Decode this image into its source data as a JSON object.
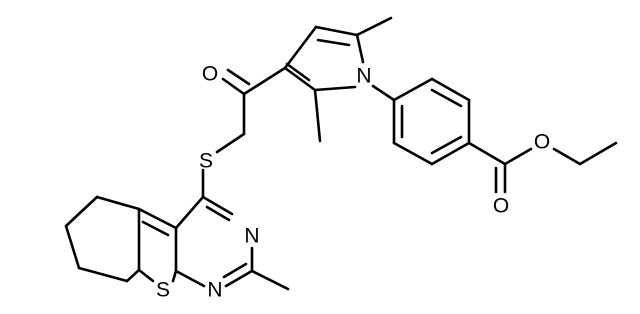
{
  "atoms": {
    "o_ketone": "O",
    "n_pyrrole": "N",
    "s_thioether": "S",
    "n_pyrimidine_upper": "N",
    "n_pyrimidine_lower": "N",
    "s_thiophene": "S",
    "o_carbonyl": "O",
    "o_ester": "O"
  }
}
